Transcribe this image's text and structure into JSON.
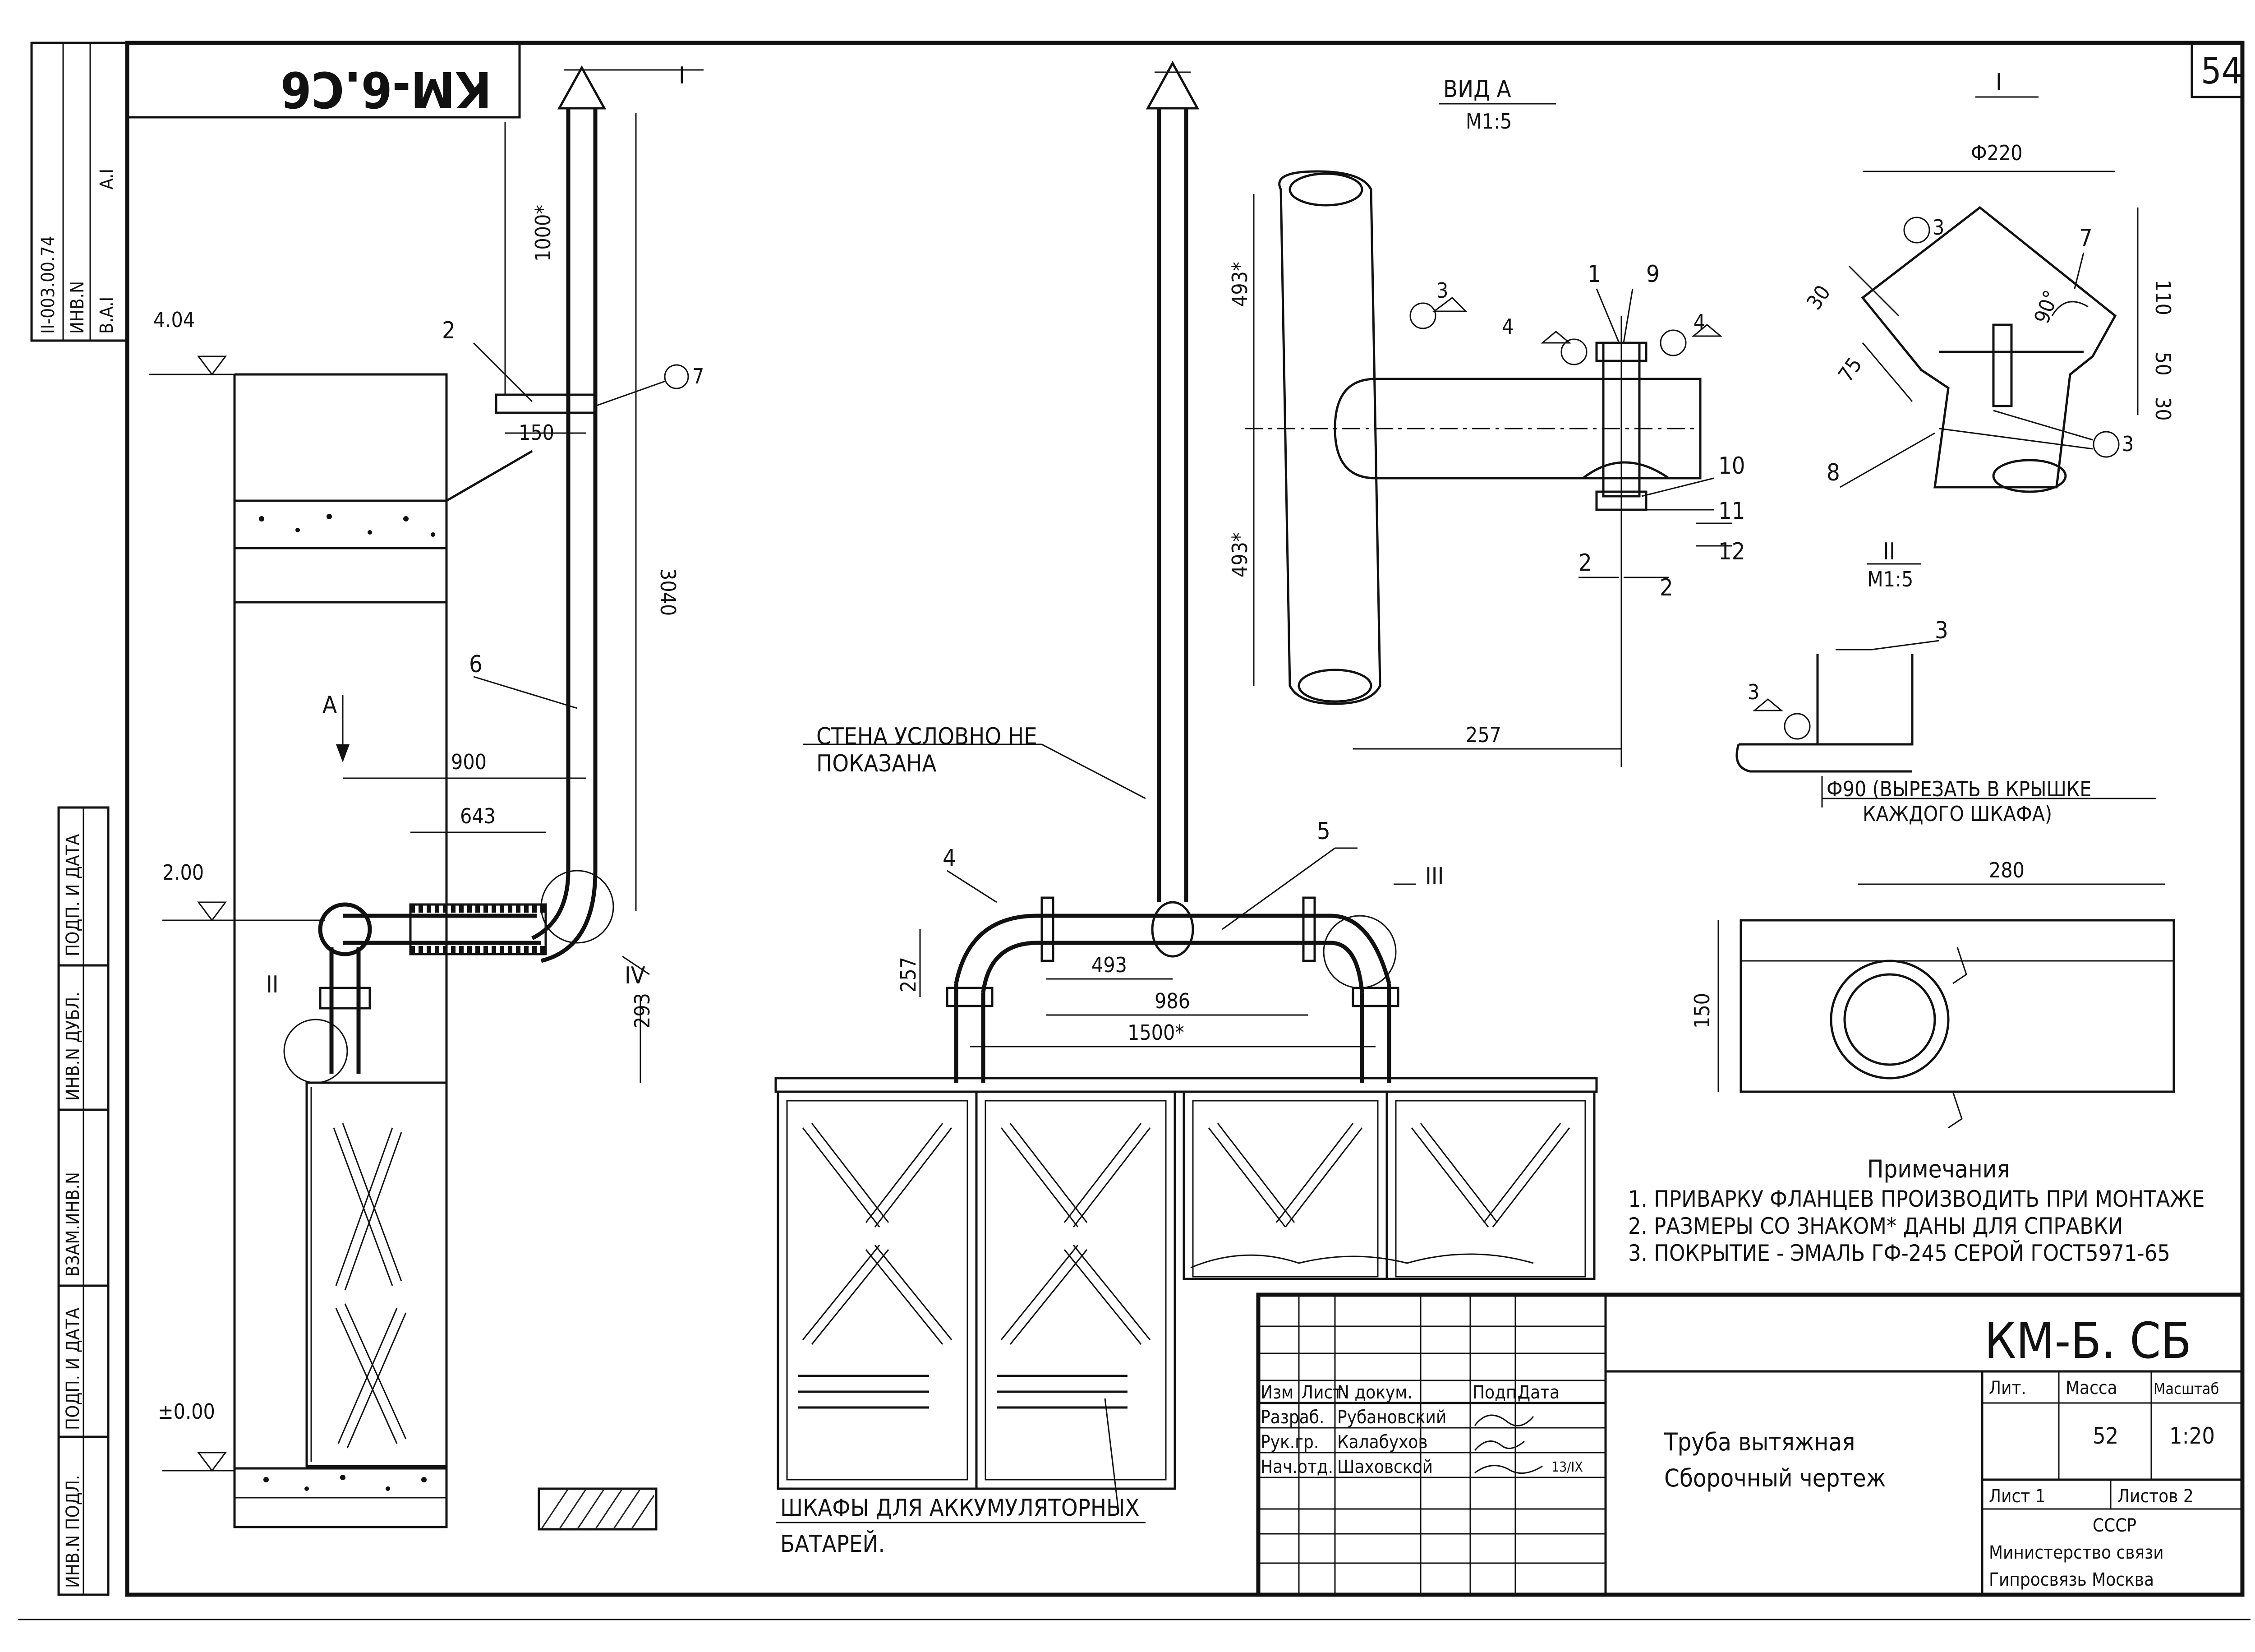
{
  "sheet": {
    "number": "54",
    "corner_code": "КМ-6.С6",
    "archive_no": "II-003.00.74",
    "inv_no_label": "ИНВ.N",
    "sheet_no_label": "B.A.I",
    "sheet_code_small": "A.I",
    "margin_labels": [
      "ИНВ.N ПОДЛ.",
      "ПОДП. И ДАТА",
      "ВЗАМ.ИНВ.N",
      "ИНВ.N ДУБЛ.",
      "ПОДП. И ДАТА"
    ]
  },
  "elevation": {
    "levels": [
      "4.04",
      "2.00",
      "±0.00"
    ],
    "dims": [
      "1000*",
      "3040",
      "150",
      "900",
      "643",
      "293"
    ],
    "view_arrow": "A",
    "section_marks": [
      "I",
      "II",
      "IV"
    ],
    "positions": [
      "2",
      "6"
    ],
    "weld": "7"
  },
  "front_view": {
    "wall_note": "СТЕНА УСЛОВНО НЕ ПОКАЗАНА",
    "dims": [
      "257",
      "493",
      "986",
      "1500*"
    ],
    "positions": [
      "4",
      "5"
    ],
    "section_mark": "III",
    "cabinets_label": "ШКАФЫ ДЛЯ АККУМУЛЯТОРНЫХ БАТАРЕЙ."
  },
  "view_a": {
    "title": "ВИД А",
    "scale": "М1:5",
    "dims": [
      "493*",
      "493*",
      "257"
    ],
    "positions": [
      "1",
      "9",
      "10",
      "11",
      "12",
      "2",
      "2"
    ],
    "welds": [
      "3",
      "4",
      "4"
    ]
  },
  "detail_i": {
    "title": "I",
    "dims": [
      "Ф220",
      "30",
      "75",
      "110",
      "50",
      "30",
      "90°"
    ],
    "positions": [
      "7",
      "8"
    ],
    "welds": [
      "3",
      "3"
    ]
  },
  "section_ii": {
    "title": "II",
    "scale": "М1:5",
    "position": "3",
    "weld": "3",
    "cut_note": "Ф90 (ВЫРЕЗАТЬ В КРЫШКЕ КАЖДОГО ШКАФА)",
    "dims": [
      "280",
      "150"
    ]
  },
  "notes": {
    "title": "Примечания",
    "items": [
      "1. ПРИВАРКУ ФЛАНЦЕВ ПРОИЗВОДИТЬ ПРИ МОНТАЖЕ",
      "2. РАЗМЕРЫ СО ЗНАКОМ* ДАНЫ ДЛЯ СПРАВКИ",
      "3. ПОКРЫТИЕ - ЭМАЛЬ ГФ-245 СЕРОЙ ГОСТ5971-65"
    ]
  },
  "title_block": {
    "doc_code": "КМ-Б. СБ",
    "title_line1": "Труба вытяжная",
    "title_line2": "Сборочный чертеж",
    "col_headers": [
      "Изм",
      "Лист",
      "N докум.",
      "Подп.",
      "Дата"
    ],
    "rows": [
      {
        "role": "Разраб.",
        "name": "Рубановский"
      },
      {
        "role": "Рук.гр.",
        "name": "Калабухов"
      },
      {
        "role": "Нач.отд.",
        "name": "Шаховской"
      }
    ],
    "date_value": "13/IX",
    "lit_label": "Лит.",
    "mass_label": "Масса",
    "scale_label": "Масштаб",
    "mass": "52",
    "scale": "1:20",
    "sheet_label": "Лист 1",
    "sheets_label": "Листов 2",
    "org_line1": "СССР",
    "org_line2": "Министерство связи",
    "org_line3": "Гипросвязь Москва"
  }
}
